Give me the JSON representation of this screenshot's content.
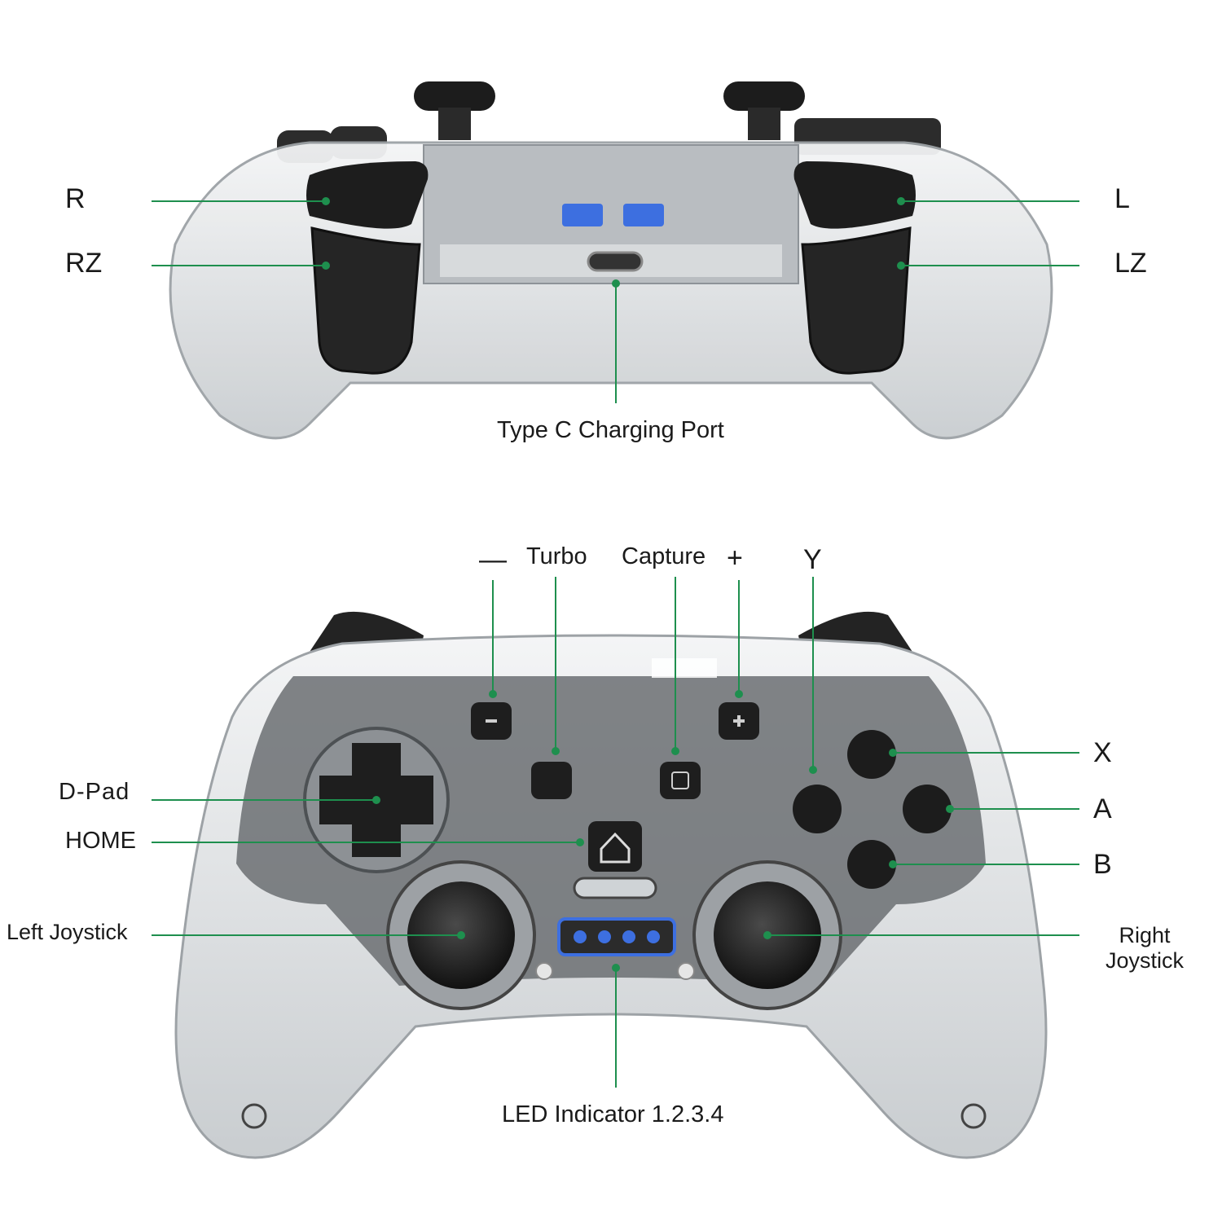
{
  "colors": {
    "leader": "#1e8f4e",
    "shell": "#cfd3d6",
    "dark": "#222222",
    "led": "#3d6fe0",
    "board": "#6b6f72"
  },
  "top_view": {
    "labels": {
      "r": "R",
      "rz": "RZ",
      "l": "L",
      "lz": "LZ",
      "charging_port": "Type C Charging Port"
    }
  },
  "front_view": {
    "labels": {
      "minus": "—",
      "turbo": "Turbo",
      "capture": "Capture",
      "plus": "+",
      "y": "Y",
      "x": "X",
      "a": "A",
      "b": "B",
      "dpad": "D-Pad",
      "home": "HOME",
      "left_joystick": "Left Joystick",
      "right_joystick_line1": "Right",
      "right_joystick_line2": "Joystick",
      "led_indicator": "LED Indicator 1.2.3.4"
    }
  }
}
